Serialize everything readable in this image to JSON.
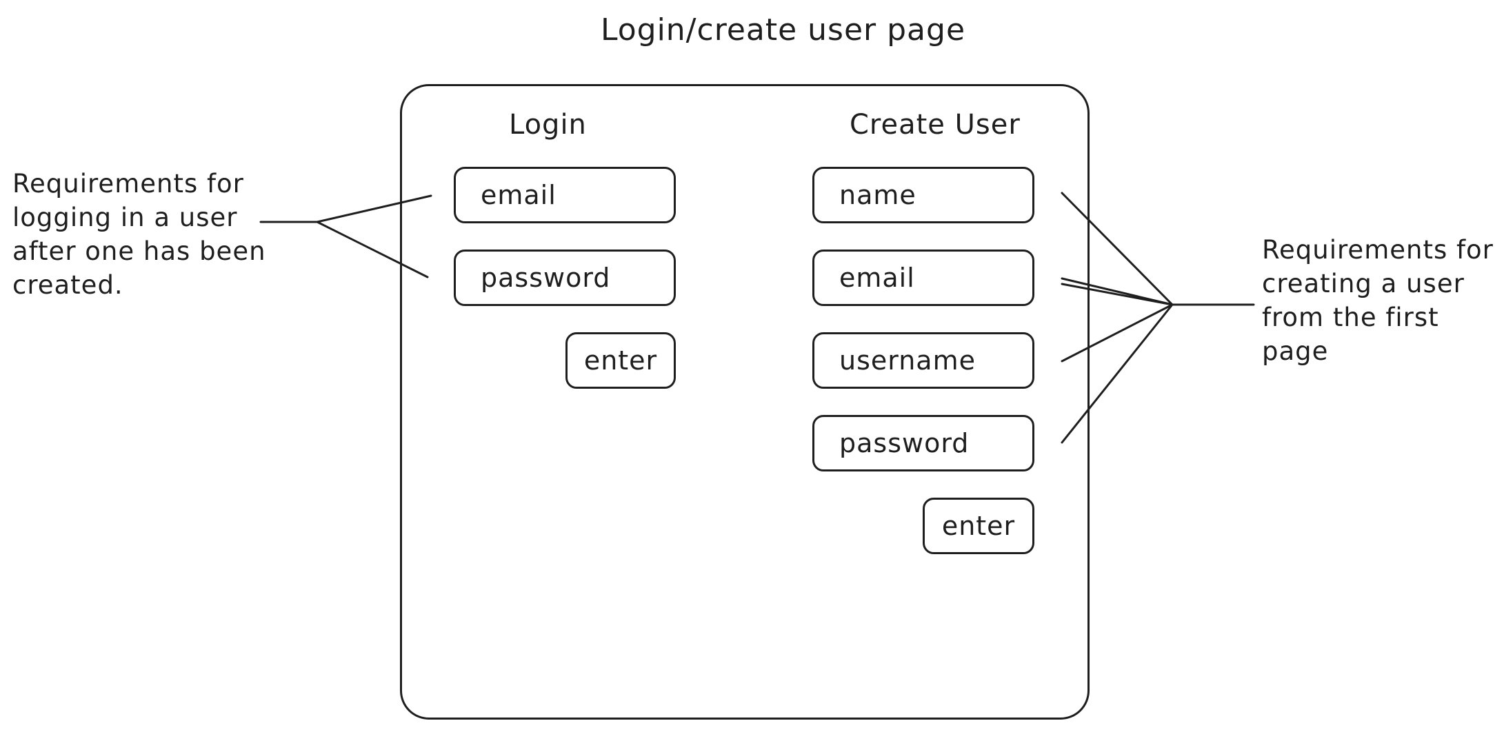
{
  "title": "Login/create user page",
  "login": {
    "heading": "Login",
    "fields": {
      "email": "email",
      "password": "password"
    },
    "submit_label": "enter"
  },
  "create_user": {
    "heading": "Create User",
    "fields": {
      "name": "name",
      "email": "email",
      "username": "username",
      "password": "password"
    },
    "submit_label": "enter"
  },
  "annotations": {
    "left": [
      "Requirements for",
      "logging in a user",
      "after one has been",
      "created."
    ],
    "right": [
      "Requirements for",
      "creating a user",
      "from the first",
      "page"
    ]
  }
}
